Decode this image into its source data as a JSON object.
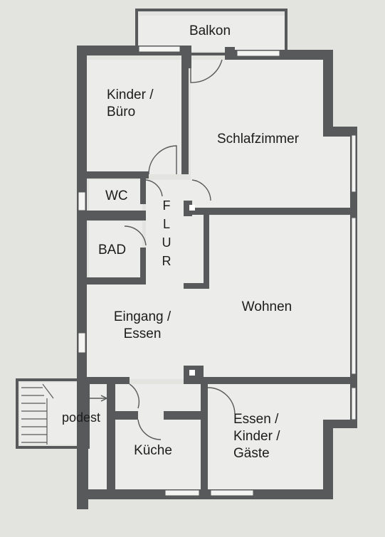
{
  "plan": {
    "rooms": {
      "balkon": "Balkon",
      "kinder_buero": "Kinder /\nBüro",
      "schlafzimmer": "Schlafzimmer",
      "wc": "WC",
      "bad": "BAD",
      "flur": "F\nL\nU\nR",
      "eingang_essen": "Eingang /\nEssen",
      "wohnen": "Wohnen",
      "podest": "podest",
      "kueche": "Küche",
      "essen_kinder_gaeste": "Essen /\nKinder /\nGäste"
    },
    "colors": {
      "background": "#e3e4e0",
      "floor": "#ececea",
      "wall": "#58595b",
      "text": "#1c1c1c"
    }
  }
}
